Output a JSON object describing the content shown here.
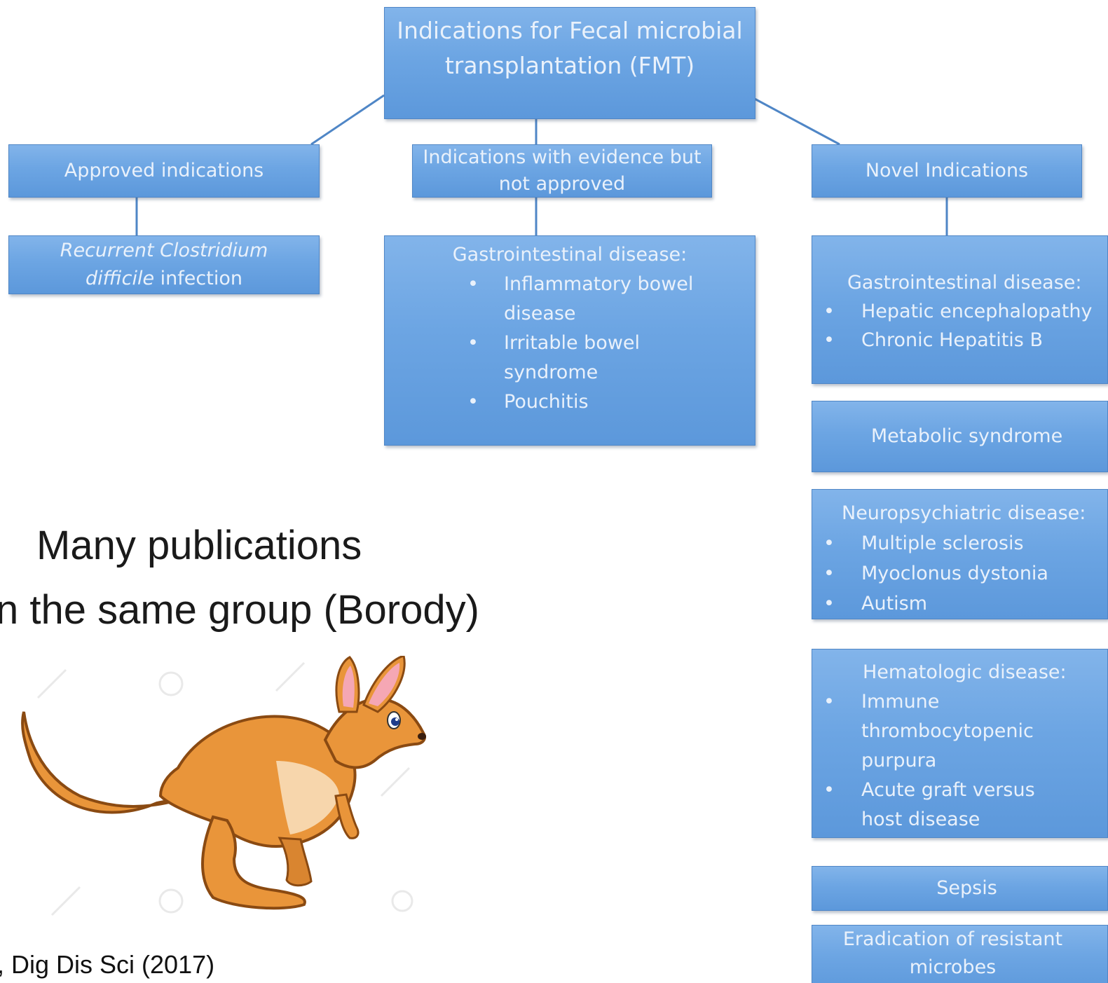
{
  "diagram": {
    "root": {
      "label": "Indications for Fecal microbial transplantation (FMT)"
    },
    "approved": {
      "label": "Approved indications",
      "child": {
        "italic": "Recurrent Clostridium difficile",
        "text": " infection"
      }
    },
    "evidence": {
      "label": "Indications with evidence but not approved",
      "child": {
        "heading": "Gastrointestinal disease:",
        "items": [
          "Inflammatory bowel disease",
          "Irritable bowel syndrome",
          "Pouchitis"
        ]
      }
    },
    "novel": {
      "label": "Novel Indications",
      "gi": {
        "heading": "Gastrointestinal disease:",
        "items": [
          "Hepatic encephalopathy",
          "Chronic Hepatitis B"
        ]
      },
      "metabolic": {
        "label": "Metabolic syndrome"
      },
      "neuro": {
        "heading": "Neuropsychiatric disease:",
        "items": [
          "Multiple sclerosis",
          "Myoclonus dystonia",
          "Autism"
        ]
      },
      "hema": {
        "heading": "Hematologic disease:",
        "items": [
          "Immune thrombocytopenic purpura",
          "Acute graft versus host disease"
        ]
      },
      "sepsis": {
        "label": "Sepsis"
      },
      "eradication": {
        "label": "Eradication of resistant microbes"
      }
    }
  },
  "overlay": {
    "line1": "Many publications",
    "line2": "n the same group (Borody)",
    "citation": ", Dig Dis Sci (2017)",
    "image": "kangaroo-illustration"
  },
  "colors": {
    "box_fill": "#6ca5e3",
    "box_border": "#4f86c6",
    "box_text": "#e9f1fb",
    "connector": "#4f86c6",
    "kangaroo_body": "#e9953a"
  }
}
